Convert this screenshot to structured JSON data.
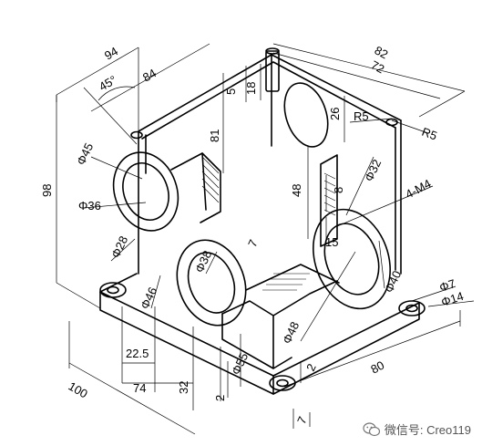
{
  "dimensions": {
    "d94": "94",
    "d84": "84",
    "d82": "82",
    "d72": "72",
    "d45deg": "45°",
    "d5": "5",
    "d18": "18",
    "d81": "81",
    "d98": "98",
    "dia45": "Φ45",
    "dia36": "Φ36",
    "dia28": "Φ28",
    "dia38": "Φ38",
    "dia46": "Φ46",
    "d7top": "7",
    "d26": "26",
    "r5a": "R5",
    "r5b": "R5",
    "dia32": "Φ32",
    "m4": "4-M4",
    "d48": "48",
    "d8": "8",
    "d15": "15",
    "dia40": "Φ40",
    "dia48": "Φ48",
    "dia7": "Φ7",
    "dia14": "Φ14",
    "d22_5": "22.5",
    "d74": "74",
    "d32": "32",
    "d100": "100",
    "d2": "2",
    "dia55": "Φ55",
    "d2b": "2",
    "d7b": "7",
    "d80": "80"
  },
  "watermark": {
    "text": "微信号: Creo119",
    "icon": "wechat-icon"
  }
}
